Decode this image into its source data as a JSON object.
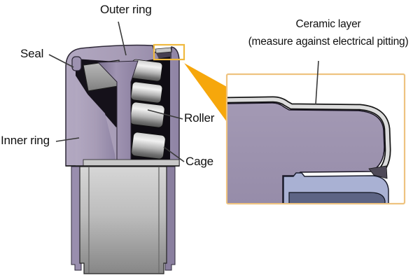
{
  "diagram": {
    "type": "bearing-cross-section-callout",
    "labels": {
      "outer_ring": "Outer ring",
      "seal": "Seal",
      "inner_ring": "Inner ring",
      "roller": "Roller",
      "cage": "Cage",
      "ceramic_line1": "Ceramic layer",
      "ceramic_line2": "(measure against electrical pitting)"
    },
    "colors": {
      "body_purple": "#a79cb6",
      "detail_purple": "#9c92af",
      "ceramic_gray": "#dcdcdc",
      "detail_seal_blue": "#a9b1d3",
      "detail_slate": "#5d6484",
      "cage_black": "#15111a",
      "roller_metal": "#c9c9c9",
      "beam_orange": "#f6a70c",
      "highlight_border_orange": "#efb93f",
      "detail_box_border": "#eec380",
      "label_text": "#111111"
    }
  }
}
